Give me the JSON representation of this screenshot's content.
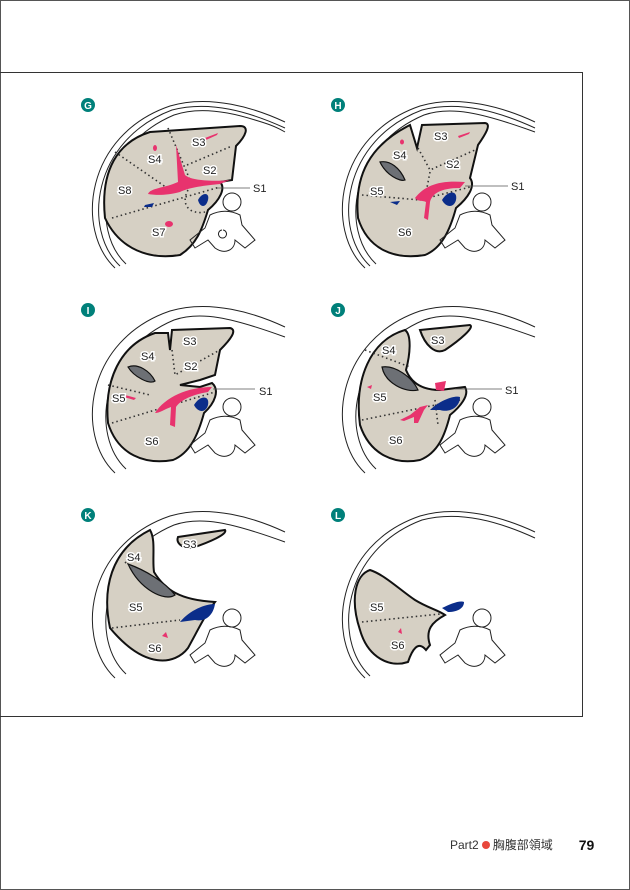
{
  "colors": {
    "badge": "#00807a",
    "portal_vein": "#e8336e",
    "ivc": "#0b2d8a",
    "liver": "#d6d0c4",
    "footer_dot": "#e8473c"
  },
  "panels": [
    {
      "badge": "G",
      "labels": [
        "S3",
        "S4",
        "S2",
        "S8",
        "S7",
        "S1"
      ]
    },
    {
      "badge": "H",
      "labels": [
        "S3",
        "S4",
        "S2",
        "S5",
        "S6",
        "S1"
      ]
    },
    {
      "badge": "I",
      "labels": [
        "S3",
        "S4",
        "S2",
        "S5",
        "S6",
        "S1"
      ]
    },
    {
      "badge": "J",
      "labels": [
        "S3",
        "S4",
        "S5",
        "S6",
        "S1"
      ]
    },
    {
      "badge": "K",
      "labels": [
        "S3",
        "S4",
        "S5",
        "S6"
      ]
    },
    {
      "badge": "L",
      "labels": [
        "S5",
        "S6"
      ]
    }
  ],
  "footer": {
    "part": "Part2",
    "section": "胸腹部領域",
    "page_number": "79"
  }
}
